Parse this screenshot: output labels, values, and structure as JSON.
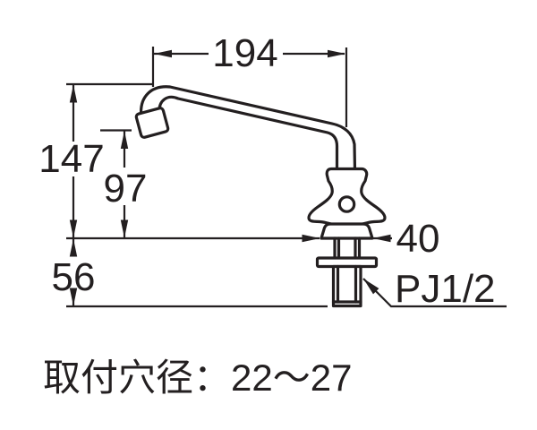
{
  "diagram": {
    "dimensions": {
      "spout_reach": "194",
      "overall_height": "147",
      "spout_height": "97",
      "shank_length": "56",
      "base_width": "40"
    },
    "thread_label": "PJ1/2",
    "mounting_note": "取付穴径：22〜27",
    "colors": {
      "line": "#231f20",
      "background": "#ffffff"
    }
  }
}
